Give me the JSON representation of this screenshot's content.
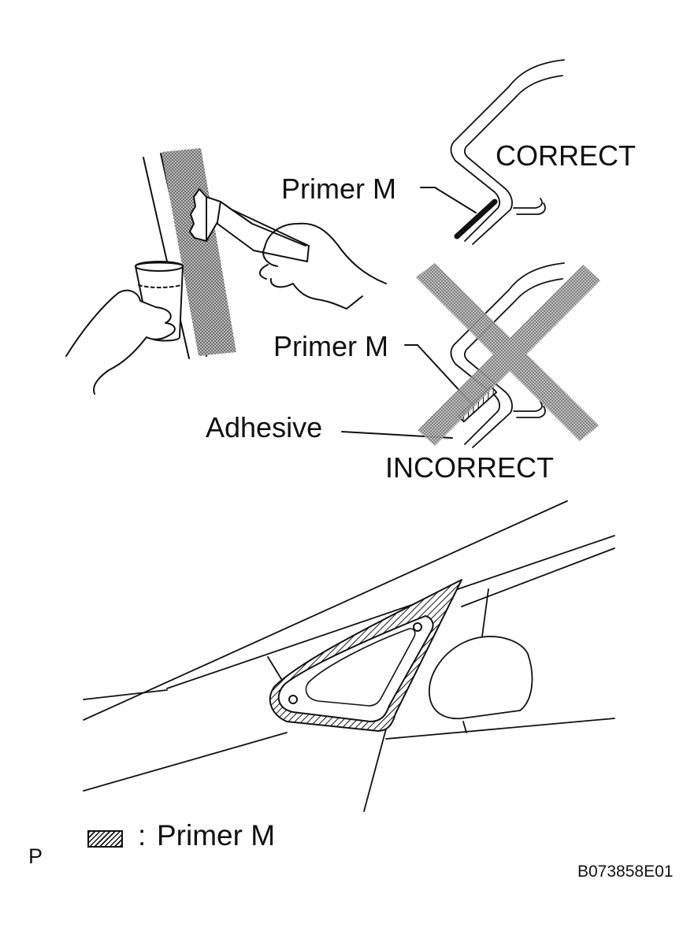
{
  "labels": {
    "correct": "CORRECT",
    "incorrect": "INCORRECT",
    "primer_correct": "Primer M",
    "primer_incorrect": "Primer M",
    "adhesive": "Adhesive"
  },
  "legend": {
    "separator": ":",
    "text": "Primer M"
  },
  "corner_letter": "P",
  "figure_code": "B073858E01",
  "colors": {
    "line": "#111111",
    "stipple": "#8c8c8c",
    "background": "#ffffff"
  }
}
